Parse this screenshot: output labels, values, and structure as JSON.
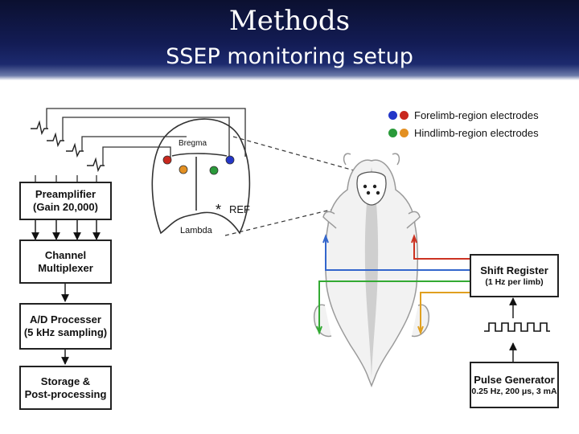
{
  "header": {
    "title": "Methods",
    "subtitle": "SSEP monitoring setup"
  },
  "blocks": {
    "preamp": {
      "line1": "Preamplifier",
      "line2": "(Gain 20,000)"
    },
    "mux": {
      "line1": "Channel",
      "line2": "Multiplexer"
    },
    "adc": {
      "line1": "A/D Processer",
      "line2": "(5 kHz sampling)"
    },
    "storage": {
      "line1": "Storage &",
      "line2": "Post-processing"
    },
    "shift": {
      "line1": "Shift Register",
      "line2": "(1 Hz per limb)"
    },
    "pulse": {
      "line1": "Pulse Generator",
      "line2": "0.25 Hz, 200 μs, 3 mA"
    }
  },
  "skull": {
    "bregma": "Bregma",
    "lambda": "Lambda",
    "ref_symbol": "*",
    "ref_label": "REF"
  },
  "legend": {
    "forelimb": "Forelimb-region electrodes",
    "hindlimb": "Hindlimb-region electrodes"
  },
  "colors": {
    "electrode_blue": "#2336c8",
    "electrode_red": "#c8281e",
    "electrode_green": "#2a9a3a",
    "electrode_orange": "#e39022",
    "wire_blue": "#3366cc",
    "wire_red": "#cc3322",
    "wire_green": "#33aa33",
    "wire_orange": "#e0a020",
    "header_bg": "#131c55"
  },
  "icons": [
    "ssep-waveform-icon",
    "pulse-train-icon",
    "rat-illustration"
  ]
}
